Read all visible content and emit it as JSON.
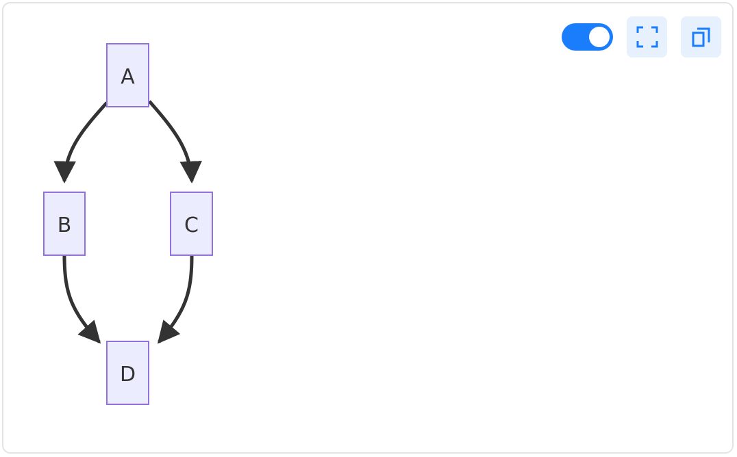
{
  "diagram": {
    "type": "flowchart",
    "direction": "TD",
    "nodes": [
      {
        "id": "A",
        "label": "A"
      },
      {
        "id": "B",
        "label": "B"
      },
      {
        "id": "C",
        "label": "C"
      },
      {
        "id": "D",
        "label": "D"
      }
    ],
    "edges": [
      {
        "from": "A",
        "to": "B"
      },
      {
        "from": "A",
        "to": "C"
      },
      {
        "from": "B",
        "to": "D"
      },
      {
        "from": "C",
        "to": "D"
      }
    ],
    "colors": {
      "node_fill": "#ECECFF",
      "node_stroke": "#9370DB",
      "edge": "#333333",
      "text": "#333333"
    }
  },
  "toolbar": {
    "toggle": {
      "state": "on",
      "color": "#1a7dfb",
      "icon": "toggle-switch"
    },
    "fullscreen": {
      "icon": "fullscreen-icon",
      "color": "#1a7dfb",
      "bg": "#e6f1fd"
    },
    "copy": {
      "icon": "copy-icon",
      "color": "#1a7dfb",
      "bg": "#e6f1fd"
    }
  }
}
